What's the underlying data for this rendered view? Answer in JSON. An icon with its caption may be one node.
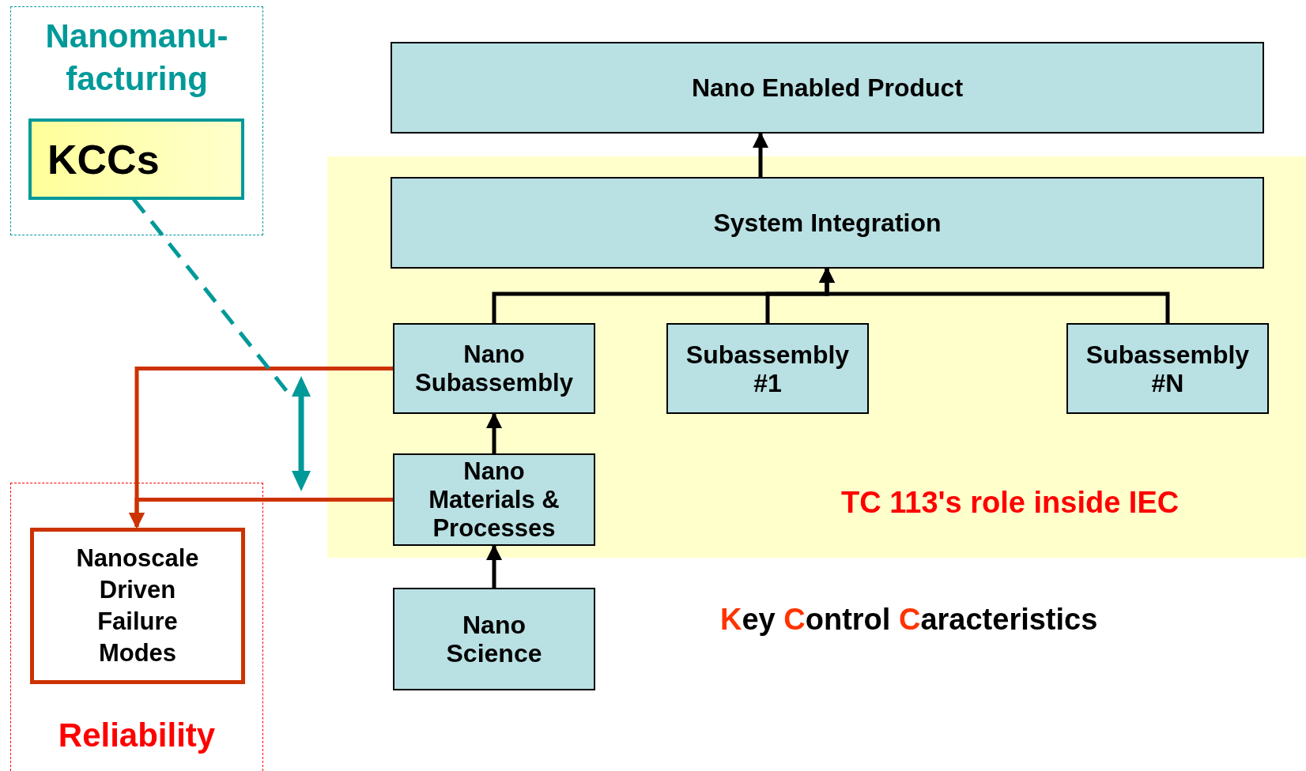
{
  "diagram": {
    "nodes": [
      {
        "text": [
          "Nanomanu- facturing"
        ]
      },
      {
        "text": [
          "KCCs"
        ],
        "in": 0
      },
      {
        "text": [
          "Nano Enabled Product"
        ]
      },
      {
        "text": [
          "TC 113's role inside IEC"
        ]
      },
      {
        "text": [
          "System Integration"
        ],
        "in": 3
      },
      {
        "text": [
          "Nano Subassembly"
        ],
        "in": 3
      },
      {
        "text": [
          "Subassembly #1"
        ],
        "in": 3
      },
      {
        "text": [
          "Subassembly #N"
        ],
        "in": 3
      },
      {
        "text": [],
        "shape": "arrow"
      },
      {
        "text": [
          "Nano Materials & Processes"
        ],
        "in": 3
      },
      {
        "text": [
          "Reliability"
        ]
      },
      {
        "text": [
          "Nanoscale Driven Failure Modes"
        ],
        "in": 10
      },
      {
        "text": [
          "Nano Science"
        ]
      }
    ],
    "edges": [
      {
        "from": 12,
        "to": 9,
        "arrow": "to"
      },
      {
        "from": 9,
        "to": 5,
        "arrow": "to"
      },
      {
        "from": 5,
        "to": 4,
        "arrow": "to"
      },
      {
        "from": 6,
        "to": 4,
        "arrow": "to"
      },
      {
        "from": 7,
        "to": 4,
        "arrow": "to"
      },
      {
        "from": 4,
        "to": 2,
        "arrow": "to"
      },
      {
        "from": 5,
        "to": 11,
        "arrow": "to",
        "color": "#cc3300"
      },
      {
        "from": 9,
        "to": 11,
        "arrow": "to",
        "color": "#cc3300"
      },
      {
        "from": 1,
        "to": 8,
        "arrow": "none",
        "style": "dashed",
        "color": "#009999"
      }
    ],
    "labels": [
      "Key Control Caracteristics"
    ]
  }
}
